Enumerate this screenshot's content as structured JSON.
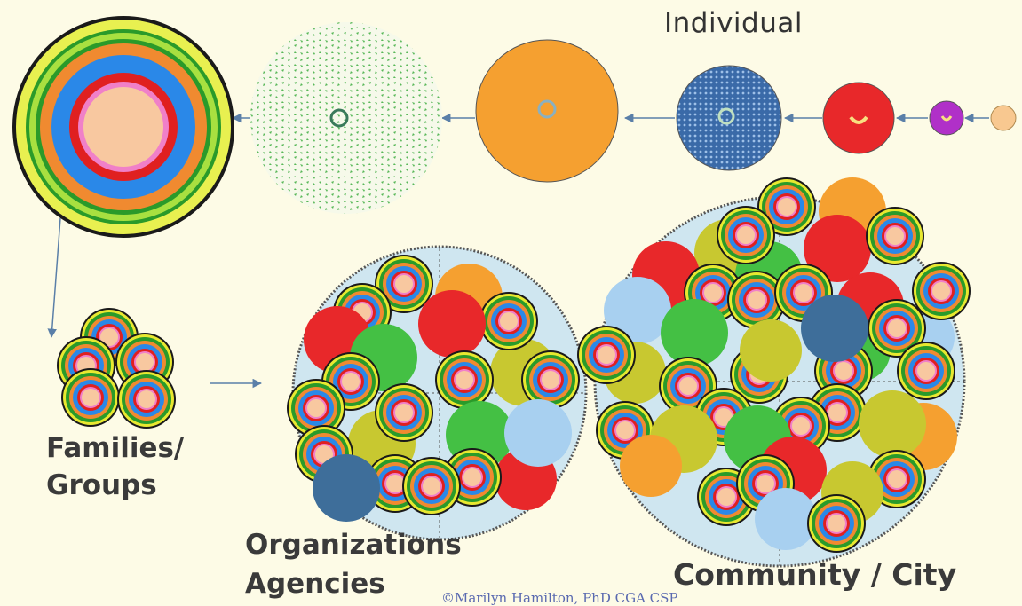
{
  "labels": {
    "individual": "Individual",
    "families_line1": "Families/",
    "families_line2": "Groups",
    "organizations_line1": "Organizations",
    "organizations_line2": "Agencies",
    "community": "Community / City",
    "copyright": "©Marilyn Hamilton, PhD CGA CSP"
  },
  "colors": {
    "background": "#fdfbe6",
    "arrow": "#5a7fa8",
    "orange": "#f5a030",
    "red": "#e8282a",
    "purple": "#b030c8",
    "peach": "#f8c890",
    "blue_pattern": "#3a6aa8",
    "green_pattern": "#5cb85c",
    "light_blue": "#a8d0f0",
    "steel_blue": "#3e6e9a",
    "green": "#44c044",
    "olive": "#c8c830",
    "pink": "#f08ac8",
    "yellow": "#f5f550"
  }
}
